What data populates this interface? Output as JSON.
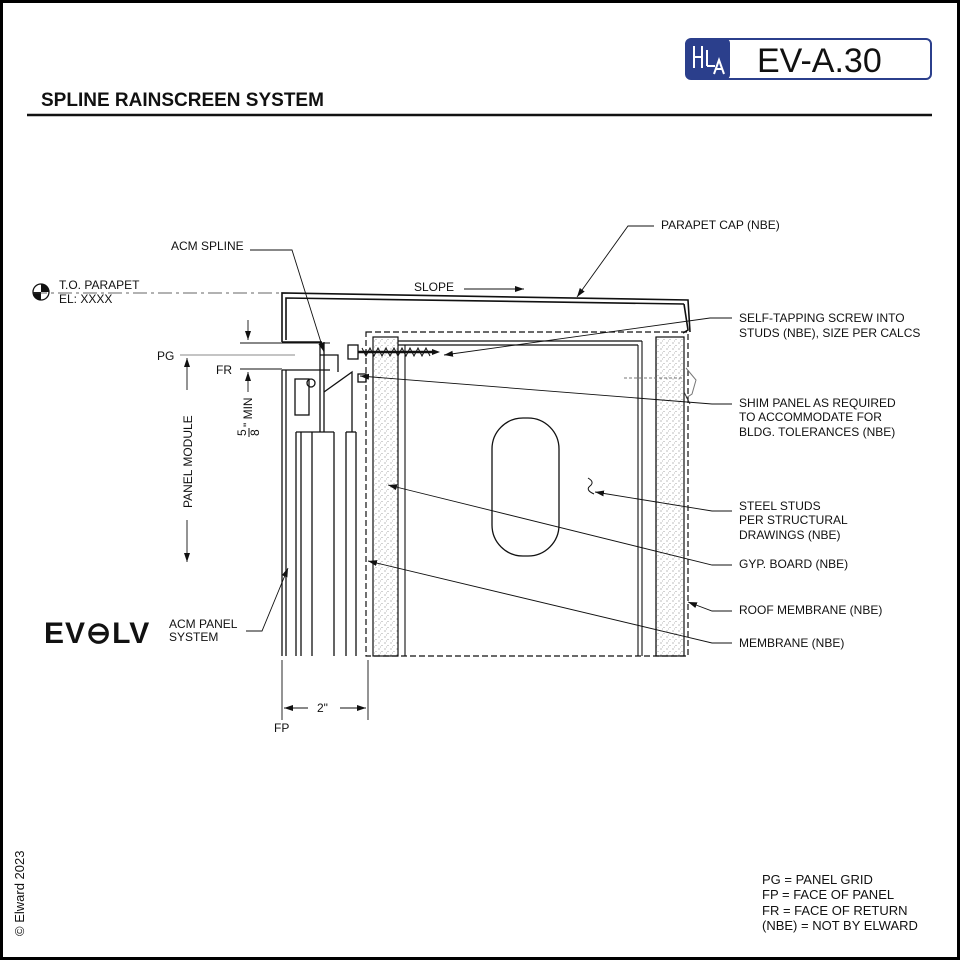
{
  "header": {
    "title": "SPLINE RAINSCREEN SYSTEM",
    "drawing_code": "EV-A.30",
    "brand_color": "#2b3f8c"
  },
  "datum": {
    "top": "T.O. PARAPET",
    "elevation": "EL: XXXX"
  },
  "labels": {
    "acm_spline": "ACM SPLINE",
    "slope": "SLOPE",
    "parapet_cap": "PARAPET CAP  (NBE)",
    "pg": "PG",
    "fr": "FR",
    "fp": "FP",
    "min_whole": "5",
    "min_frac": "8",
    "min_unit": "\" MIN",
    "panel_module": "PANEL MODULE",
    "dim_2": "2\"",
    "logo": "EV⊖LV",
    "acm_panel_1": "ACM PANEL",
    "acm_panel_2": "SYSTEM"
  },
  "callouts": {
    "screw_1": "SELF-TAPPING SCREW INTO",
    "screw_2": "STUDS (NBE), SIZE PER CALCS",
    "shim_1": "SHIM PANEL AS REQUIRED",
    "shim_2": "TO ACCOMMODATE FOR",
    "shim_3": "BLDG. TOLERANCES  (NBE)",
    "studs_1": "STEEL STUDS",
    "studs_2": "PER STRUCTURAL",
    "studs_3": "DRAWINGS  (NBE)",
    "gyp": "GYP. BOARD  (NBE)",
    "roof_membrane": "ROOF MEMBRANE  (NBE)",
    "membrane": "MEMBRANE  (NBE)"
  },
  "legend": {
    "pg": "PG = PANEL GRID",
    "fp": "FP = FACE OF PANEL",
    "fr": "FR = FACE OF RETURN",
    "nbe": "(NBE) = NOT BY ELWARD"
  },
  "copyright": "© Elward 2023"
}
